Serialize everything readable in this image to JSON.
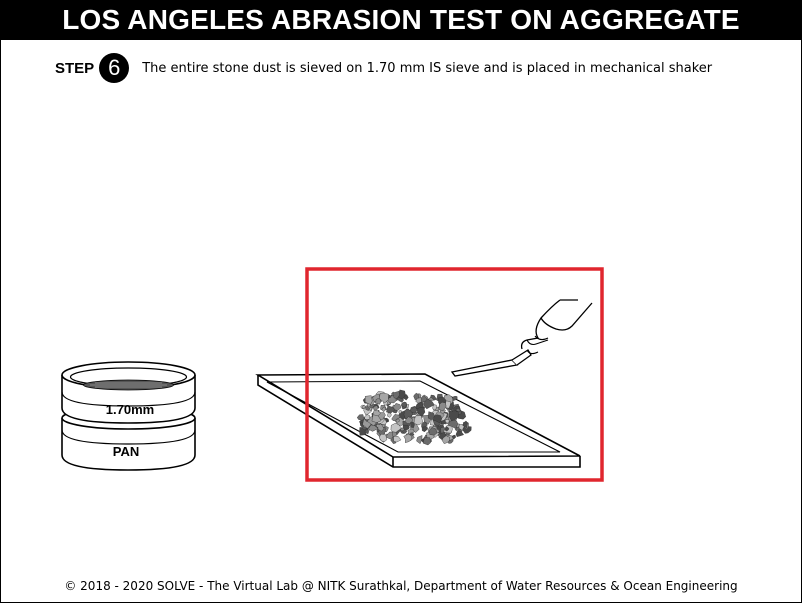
{
  "header": {
    "title": "LOS ANGELES ABRASION TEST ON AGGREGATE"
  },
  "step": {
    "label": "STEP",
    "number": "6",
    "instruction": "The entire stone dust is sieved on 1.70 mm IS sieve and is placed in mechanical shaker"
  },
  "apparatus": {
    "sieve_label": "1.70mm",
    "pan_label": "PAN"
  },
  "highlight": {
    "color": "#e0262e"
  },
  "footer": {
    "text": "© 2018 - 2020 SOLVE - The Virtual Lab @ NITK Surathkal, Department of Water Resources & Ocean Engineering"
  }
}
